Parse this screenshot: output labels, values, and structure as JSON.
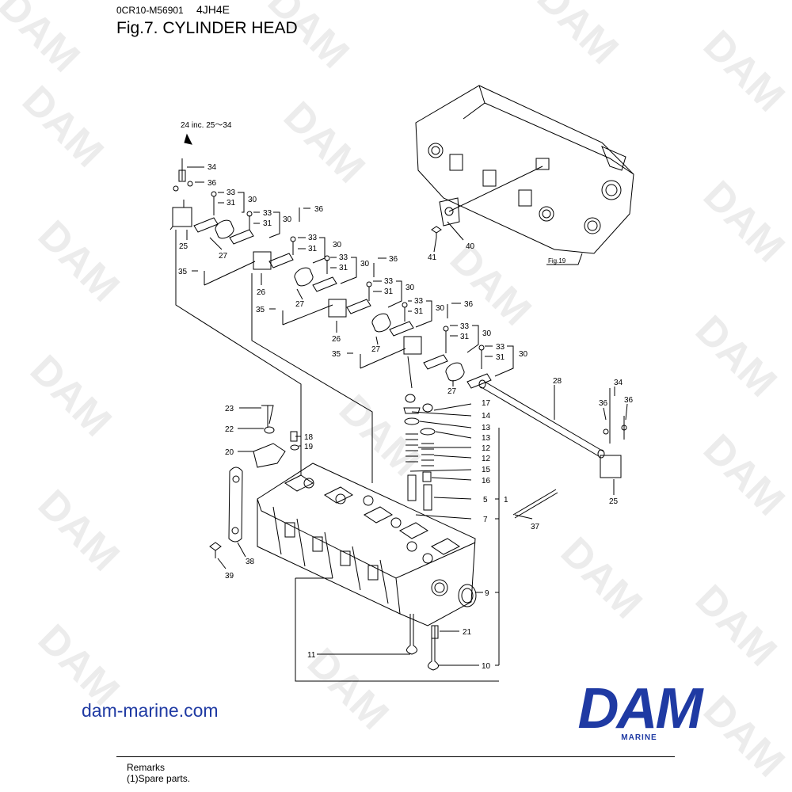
{
  "header": {
    "code": "0CR10-M56901",
    "model": "4JH4E",
    "title": "Fig.7.  CYLINDER HEAD"
  },
  "watermark": "DAM",
  "assembly_note": "24 inc. 25～34",
  "fig_ref": "Fig.19",
  "website": "dam-marine.com",
  "logo": {
    "text": "DAM",
    "sub": "MARINE",
    "color": "#1f3aa3"
  },
  "remarks": {
    "heading": "Remarks",
    "line1": "(1)Spare parts."
  },
  "labels": {
    "l34a": "34",
    "l36a": "36",
    "l33a": "33",
    "l31a": "31",
    "l30a": "30",
    "l33b": "33",
    "l31b": "31",
    "l30b": "30",
    "l36b": "36",
    "l25a": "25",
    "l27a": "27",
    "l35a": "35",
    "l33c": "33",
    "l31c": "31",
    "l30c": "30",
    "l33d": "33",
    "l31d": "31",
    "l30d": "30",
    "l36c": "36",
    "l26a": "26",
    "l27b": "27",
    "l35b": "35",
    "l33e": "33",
    "l31e": "31",
    "l30e": "30",
    "l33f": "33",
    "l31f": "31",
    "l30f": "30",
    "l36d": "36",
    "l26b": "26",
    "l27c": "27",
    "l35c": "35",
    "l33g": "33",
    "l31g": "31",
    "l30g": "30",
    "l33h": "33",
    "l31h": "31",
    "l30h": "30",
    "l27d": "27",
    "l28": "28",
    "l34b": "34",
    "l36e": "36",
    "l36f": "36",
    "l25b": "25",
    "l40": "40",
    "l41": "41",
    "l23": "23",
    "l22": "22",
    "l20": "20",
    "l18": "18",
    "l19": "19",
    "l17": "17",
    "l14": "14",
    "l13a": "13",
    "l13b": "13",
    "l12a": "12",
    "l12b": "12",
    "l15": "15",
    "l16": "16",
    "l5": "5",
    "l1": "1",
    "l7": "7",
    "l37": "37",
    "l38": "38",
    "l39": "39",
    "l9": "9",
    "l21": "21",
    "l11": "11",
    "l10": "10"
  }
}
